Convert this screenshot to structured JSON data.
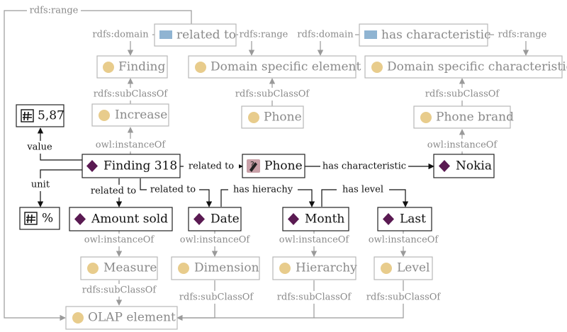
{
  "colors": {
    "class_circle": "#e8cc8c",
    "instance_diamond": "#5a1a52",
    "property_tag": "#8fb4d2",
    "phone_icon_bg": "#c9a0a8",
    "active_stroke": "#222222",
    "passive_stroke": "#b8b8b8",
    "passive_text": "#8a8a8a"
  },
  "nodes": {
    "related_to_prop": {
      "label": "related to",
      "icon": "property-tag-icon"
    },
    "has_char_prop": {
      "label": "has characteristic",
      "icon": "property-tag-icon"
    },
    "finding": {
      "label": "Finding",
      "icon": "class-circle-icon"
    },
    "domain_elem": {
      "label": "Domain specific element",
      "icon": "class-circle-icon"
    },
    "domain_char": {
      "label": "Domain specific characteristic",
      "icon": "class-circle-icon"
    },
    "increase": {
      "label": "Increase",
      "icon": "class-circle-icon"
    },
    "phone_class": {
      "label": "Phone",
      "icon": "class-circle-icon"
    },
    "phone_brand": {
      "label": "Phone brand",
      "icon": "class-circle-icon"
    },
    "val_587": {
      "label": "5,87",
      "icon": "number-hash-icon"
    },
    "finding318": {
      "label": "Finding 318",
      "icon": "instance-diamond-icon"
    },
    "phone_inst": {
      "label": "Phone",
      "icon": "phone-edit-icon"
    },
    "nokia": {
      "label": "Nokia",
      "icon": "instance-diamond-icon"
    },
    "pct": {
      "label": "%",
      "icon": "number-hash-icon"
    },
    "amount": {
      "label": "Amount sold",
      "icon": "instance-diamond-icon"
    },
    "date": {
      "label": "Date",
      "icon": "instance-diamond-icon"
    },
    "month": {
      "label": "Month",
      "icon": "instance-diamond-icon"
    },
    "last": {
      "label": "Last",
      "icon": "instance-diamond-icon"
    },
    "measure": {
      "label": "Measure",
      "icon": "class-circle-icon"
    },
    "dimension": {
      "label": "Dimension",
      "icon": "class-circle-icon"
    },
    "hierarchy": {
      "label": "Hierarchy",
      "icon": "class-circle-icon"
    },
    "level": {
      "label": "Level",
      "icon": "class-circle-icon"
    },
    "olap": {
      "label": "OLAP element",
      "icon": "class-circle-icon"
    }
  },
  "edges": {
    "range_top": "rdfs:range",
    "domain1": "rdfs:domain",
    "range1": "rdfs:range",
    "domain2": "rdfs:domain",
    "range2": "rdfs:range",
    "sub_finding": "rdfs:subClassOf",
    "sub_phone": "rdfs:subClassOf",
    "sub_brand": "rdfs:subClassOf",
    "inst_increase": "owl:instanceOf",
    "inst_nokia": "owl:instanceOf",
    "value": "value",
    "unit": "unit",
    "rel_phone": "related to",
    "has_char": "has characteristic",
    "rel_amount": "related to",
    "rel_date": "related to",
    "has_hier": "has hierachy",
    "has_level": "has level",
    "inst_measure": "owl:instanceOf",
    "inst_dimension": "owl:instanceOf",
    "inst_hierarchy": "owl:instanceOf",
    "inst_level": "owl:instanceOf",
    "sub_measure": "rdfs:subClassOf",
    "sub_dimension": "rdfs:subClassOf",
    "sub_hierarchy": "rdfs:subClassOf",
    "sub_level": "rdfs:subClassOf"
  }
}
